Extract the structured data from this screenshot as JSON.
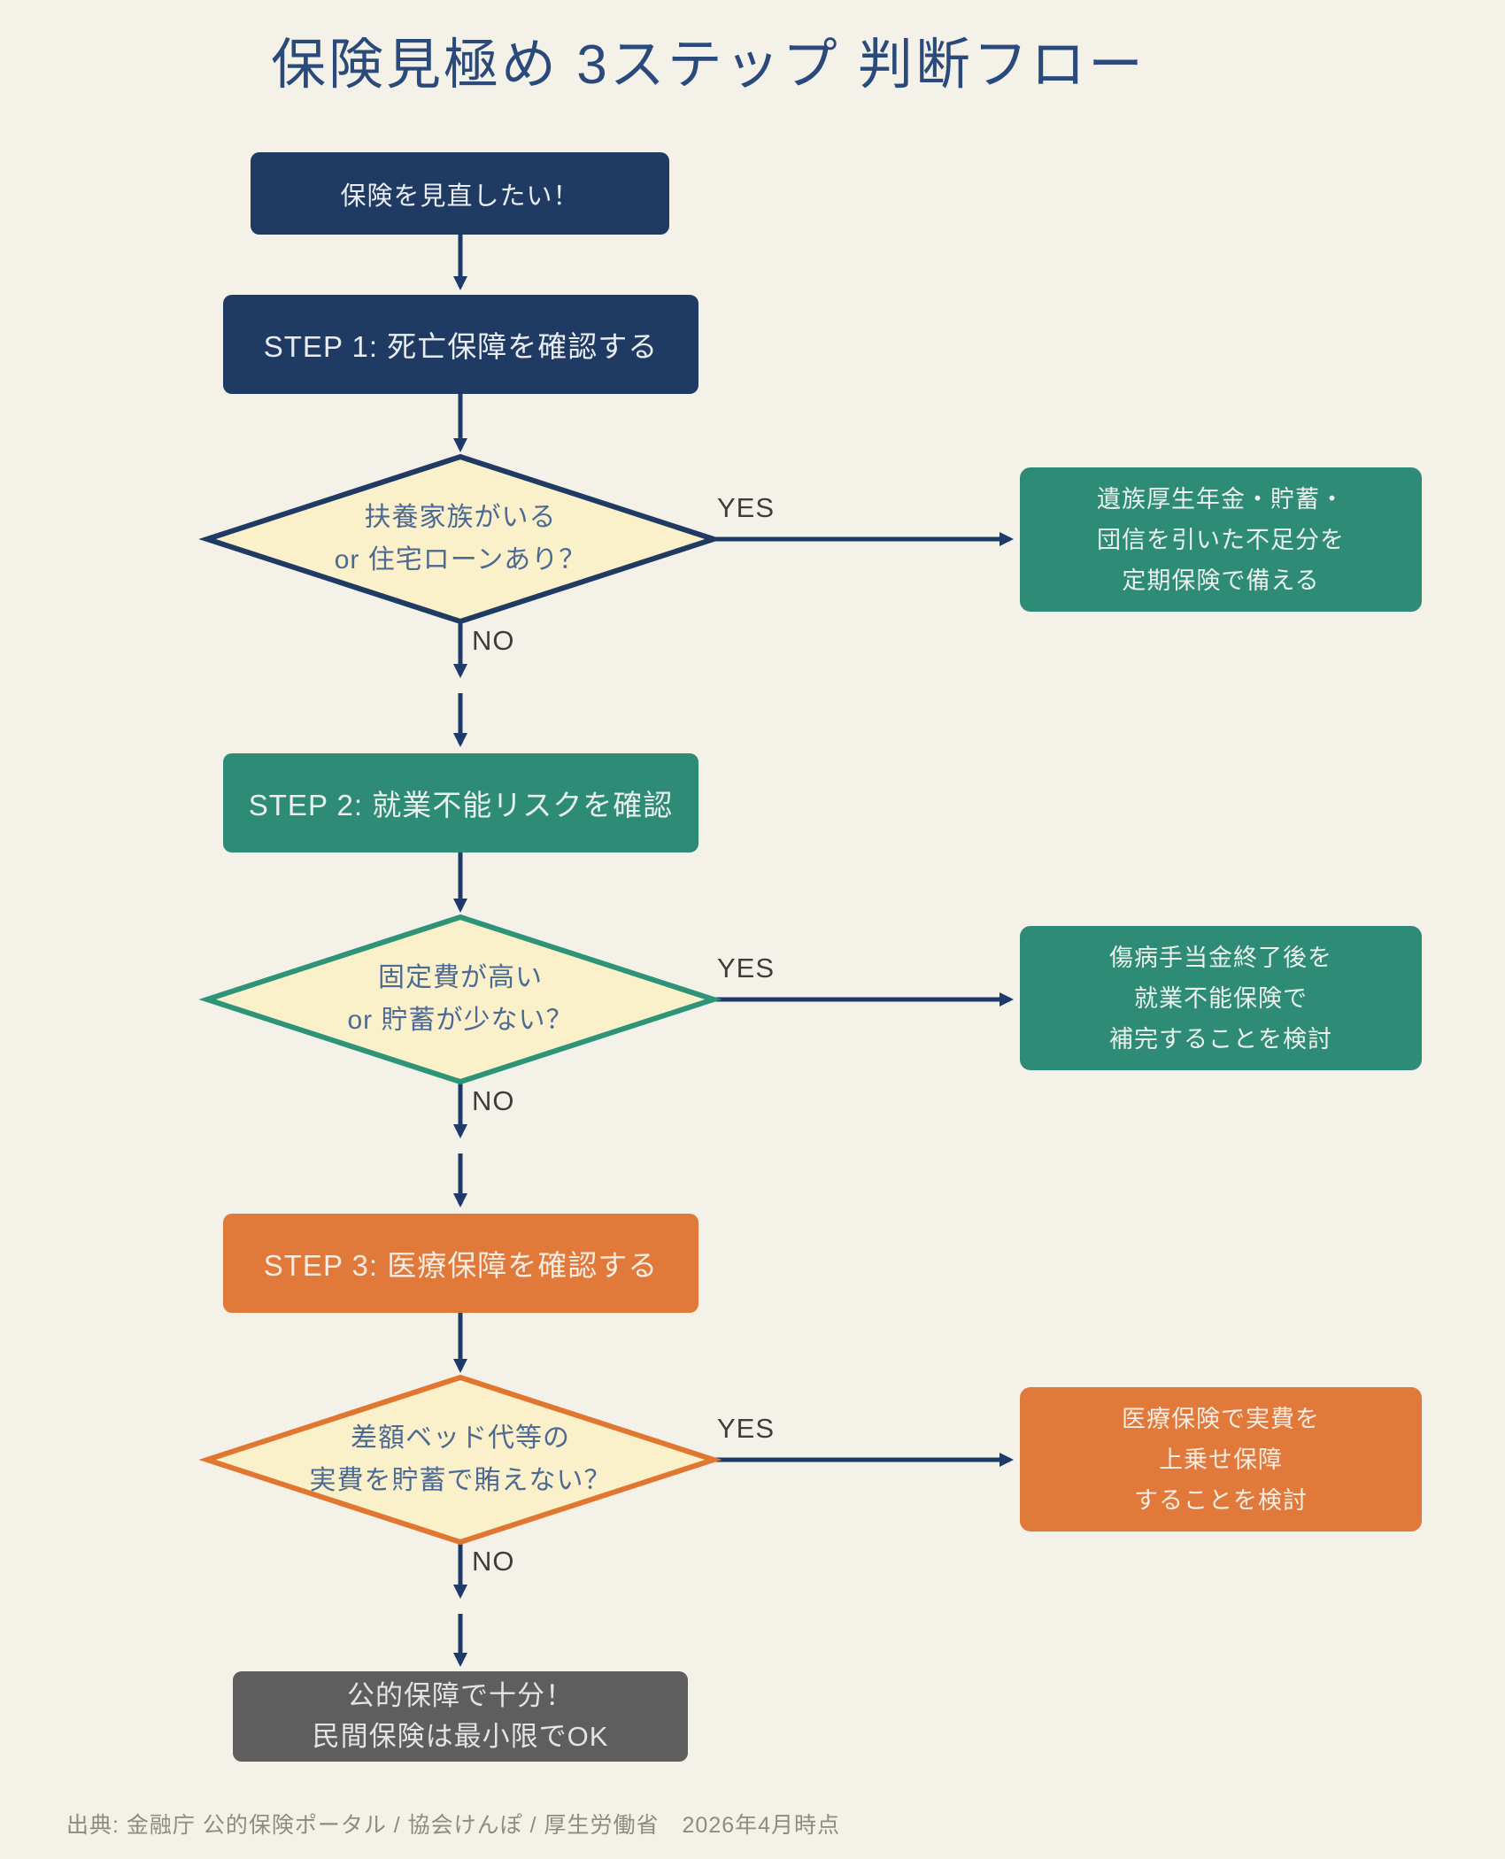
{
  "title": "保険見極め 3ステップ 判断フロー",
  "footer": "出典: 金融庁 公的保険ポータル / 協会けんぽ / 厚生労働省　2026年4月時点",
  "flow": {
    "start_label": "保険を見直したい！",
    "steps": [
      {
        "label": "STEP 1: 死亡保障を確認する"
      },
      {
        "label": "STEP 2: 就業不能リスクを確認"
      },
      {
        "label": "STEP 3: 医療保障を確認する"
      }
    ],
    "decisions": [
      {
        "question_line1": "扶養家族がいる",
        "question_line2": "or 住宅ローンあり？",
        "yes_label": "YES",
        "no_label": "NO",
        "result_line1": "遺族厚生年金・貯蓄・",
        "result_line2": "団信を引いた不足分を",
        "result_line3": "定期保険で備える"
      },
      {
        "question_line1": "固定費が高い",
        "question_line2": "or 貯蓄が少ない？",
        "yes_label": "YES",
        "no_label": "NO",
        "result_line1": "傷病手当金終了後を",
        "result_line2": "就業不能保険で",
        "result_line3": "補完することを検討"
      },
      {
        "question_line1": "差額ベッド代等の",
        "question_line2": "実費を貯蓄で賄えない？",
        "yes_label": "YES",
        "no_label": "NO",
        "result_line1": "医療保険で実費を",
        "result_line2": "上乗せ保障",
        "result_line3": "することを検討"
      }
    ],
    "end_line1": "公的保障で十分！",
    "end_line2": "民間保険は最小限でOK"
  },
  "colors": {
    "background": "#f4f1e9",
    "navy": "#1f3a63",
    "teal": "#2e8c76",
    "orange": "#e0793a",
    "diamond_fill": "#faf0ca",
    "diamond_border_navy": "#1f3a63",
    "diamond_border_teal": "#2e9478",
    "diamond_border_orange": "#e0762f",
    "gray": "#5e5e5e",
    "connector": "#1e3a6b"
  }
}
